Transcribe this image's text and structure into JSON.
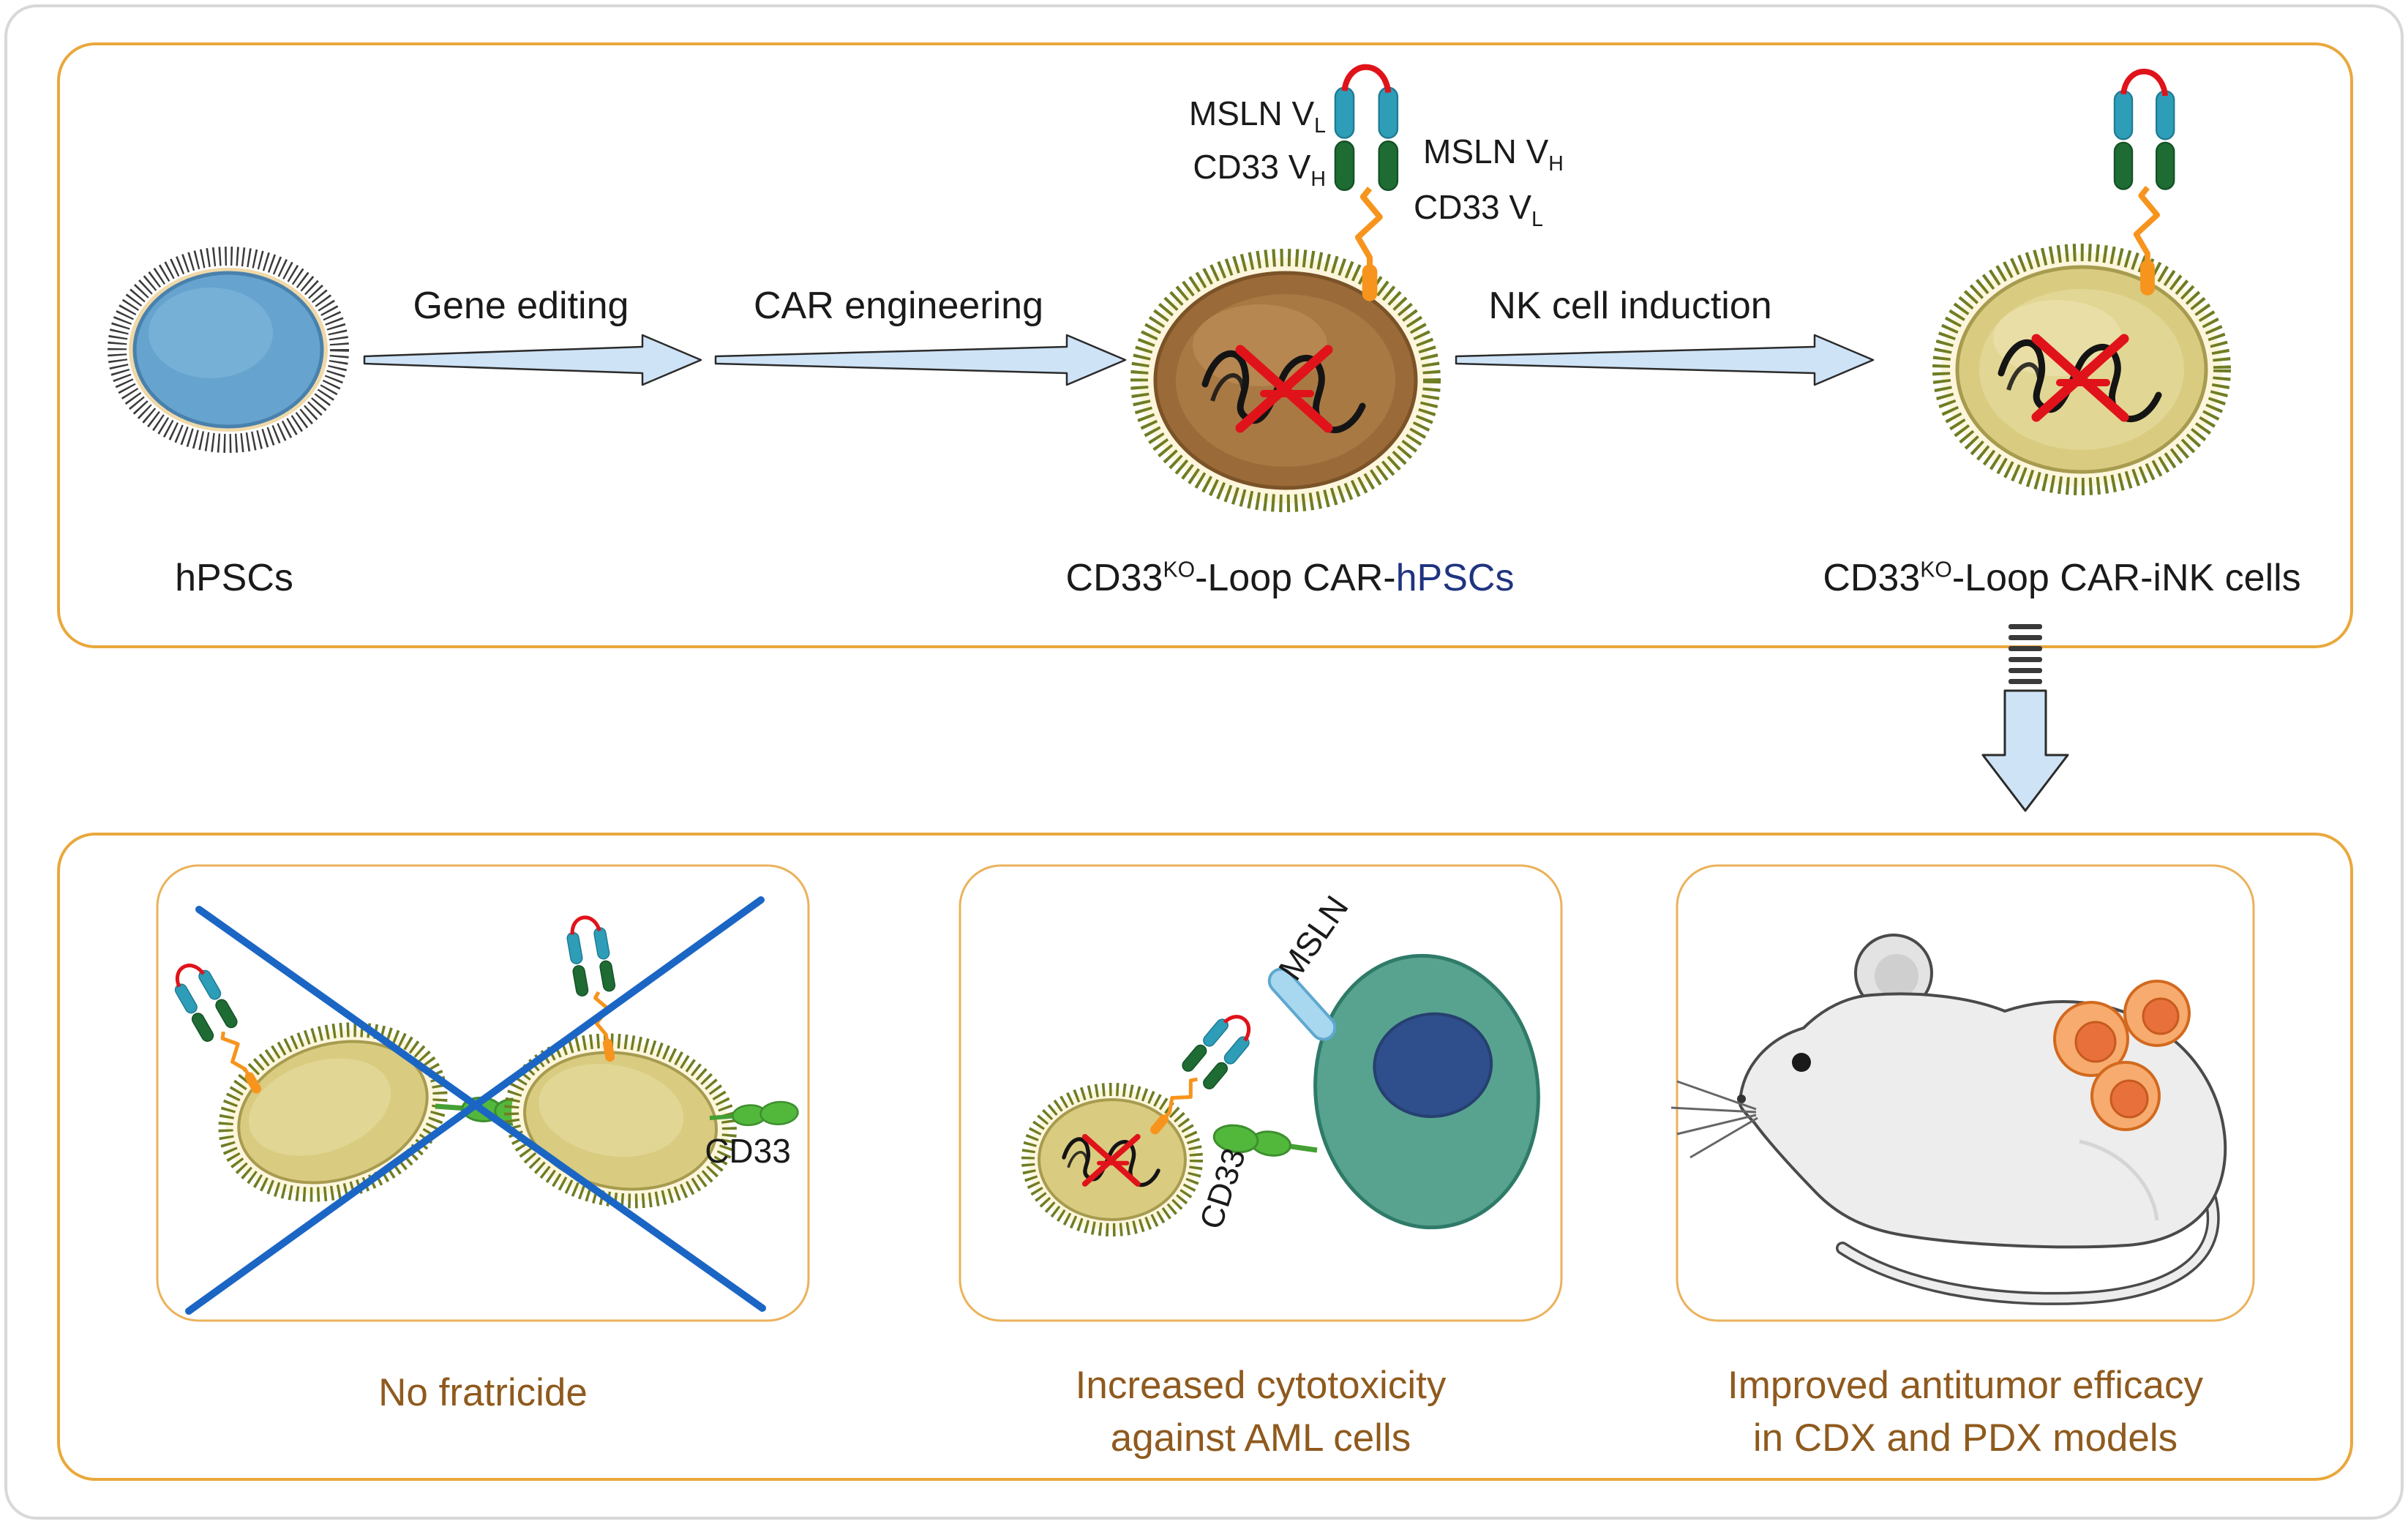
{
  "top": {
    "hpsc_label": "hPSCs",
    "arrows": [
      {
        "label": "Gene editing"
      },
      {
        "label": "CAR engineering"
      },
      {
        "label": "NK cell induction"
      }
    ],
    "car_labels": {
      "msln_vl": {
        "text": "MSLN V",
        "sub": "L"
      },
      "cd33_vh": {
        "text": "CD33 V",
        "sub": "H"
      },
      "msln_vh": {
        "text": "MSLN V",
        "sub": "H"
      },
      "cd33_vl": {
        "text": "CD33 V",
        "sub": "L"
      }
    },
    "car_hpsc_label": {
      "base": "CD33",
      "sup": "KO",
      "mid": "-Loop CAR-",
      "tail": "hPSCs"
    },
    "car_ink_label": {
      "base": "CD33",
      "sup": "KO",
      "mid": "-Loop CAR-iNK cells"
    }
  },
  "bottom": {
    "panel1": {
      "cd33_label": "CD33",
      "caption": "No fratricide"
    },
    "panel2": {
      "msln_label": "MSLN",
      "cd33_label": "CD33",
      "caption_line1": "Increased cytotoxicity",
      "caption_line2": "against AML cells"
    },
    "panel3": {
      "caption_line1": "Improved antitumor efficacy",
      "caption_line2": "in CDX and PDX models"
    }
  },
  "colors": {
    "panel_border": "#E9A83C",
    "caption_brown": "#8F5A1E",
    "highlight_navy": "#1F3480",
    "arrow_fill": "#CFE3F6",
    "cross_blue": "#1B66C4",
    "hpsc_fill": "#66A3CE",
    "car_hpsc_fill": "#9A6A38",
    "ink_fill": "#D9CB80",
    "membrane_olive": "#6F7D23",
    "aml_fill": "#57A390",
    "aml_nucleus": "#2E4E8C",
    "cd33_green": "#52B83C",
    "msln_blue": "#A8D8EF",
    "car_orange": "#F7941D",
    "car_teal": "#2D9DB8",
    "car_green": "#1E6B34",
    "dna_red": "#E0131A",
    "tumor_orange": "#F7AB6E"
  }
}
